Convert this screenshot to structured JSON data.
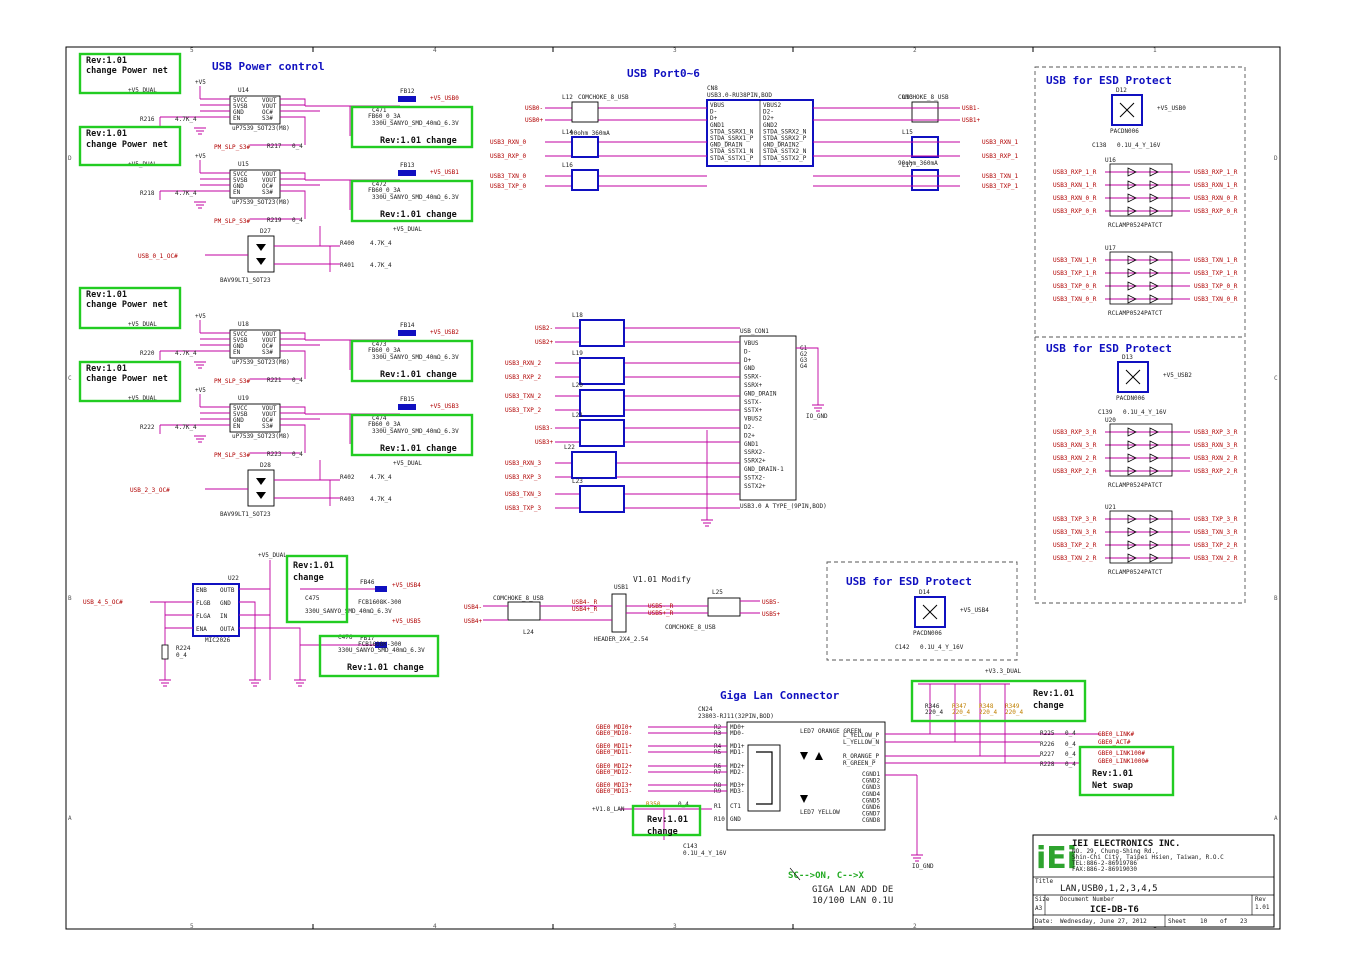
{
  "sheet": {
    "grid_top": [
      "5",
      "4",
      "3",
      "2",
      "1"
    ],
    "grid_bottom": [
      "5",
      "4",
      "3",
      "2",
      "1"
    ],
    "grid_left": [
      "D",
      "C",
      "B",
      "A"
    ],
    "grid_right": [
      "D",
      "C",
      "B",
      "A"
    ]
  },
  "sections": {
    "usb_power": "USB Power control",
    "usb_port": "USB Port0~6",
    "esd_top": "USB for ESD Protect",
    "esd_mid": "USB for ESD Protect",
    "esd_bottom": "USB for ESD Protect",
    "giga_lan": "Giga Lan Connector"
  },
  "rev_notes": {
    "r1": [
      "Rev:1.01",
      "change Power net"
    ],
    "r2": [
      "Rev:1.01",
      "change Power net"
    ],
    "r3": [
      "Rev:1.01",
      "change Power net"
    ],
    "r4": [
      "Rev:1.01",
      "change Power net"
    ],
    "c1": "Rev:1.01 change",
    "c2": "Rev:1.01 change",
    "c3": "Rev:1.01 change",
    "c4": "Rev:1.01 change",
    "c5": [
      "Rev:1.01",
      "change"
    ],
    "c6": "Rev:1.01 change",
    "c7": [
      "Rev:1.01",
      "change"
    ],
    "c8": [
      "Rev:1.01",
      "change"
    ],
    "c9": [
      "Rev:1.01",
      "Net swap"
    ]
  },
  "power_switch": {
    "net_dual": "+V5_DUAL",
    "net_v5": "+V5",
    "pins": [
      "5VCC",
      "5VSB",
      "GND",
      "EN"
    ],
    "outs": [
      "VOUT",
      "VOUT",
      "OC#",
      "S3#"
    ],
    "chips": [
      {
        "ref": "U14",
        "part": "uP7539_SOT23(M8)",
        "fb": "FB12",
        "cap": "C471",
        "fbval": "FB60_0_3A",
        "capval": "330U_SANYO_SMD_40mΩ_6.3V",
        "net": "+V5_USB0",
        "r1": "R216",
        "r1v": "4.7K_4",
        "r2": "R217",
        "r2v": "0_4",
        "slp": "PM_SLP_S3#"
      },
      {
        "ref": "U15",
        "part": "uP7539_SOT23(M8)",
        "fb": "FB13",
        "cap": "C472",
        "fbval": "FB60_0_3A",
        "capval": "330U_SANYO_SMD_40mΩ_6.3V",
        "net": "+V5_USB1",
        "r1": "R218",
        "r1v": "4.7K_4",
        "r2": "R219",
        "r2v": "0_4",
        "slp": "PM_SLP_S3#"
      },
      {
        "ref": "U18",
        "part": "uP7539_SOT23(M8)",
        "fb": "FB14",
        "cap": "C473",
        "fbval": "FB60_0_3A",
        "capval": "330U_SANYO_SMD_40mΩ_6.3V",
        "net": "+V5_USB2",
        "r1": "R220",
        "r1v": "4.7K_4",
        "r2": "R221",
        "r2v": "0_4",
        "slp": "PM_SLP_S3#"
      },
      {
        "ref": "U19",
        "part": "uP7539_SOT23(M8)",
        "fb": "FB15",
        "cap": "C474",
        "fbval": "FB60_0_3A",
        "capval": "330U_SANYO_SMD_40mΩ_6.3V",
        "net": "+V5_USB3",
        "r1": "R222",
        "r1v": "4.7K_4",
        "r2": "R223",
        "r2v": "0_4",
        "slp": "PM_SLP_S3#"
      }
    ],
    "diodes": [
      {
        "ref": "D27",
        "part": "BAV99LT1_SOT23",
        "oc": "USB_0_1_OC#",
        "ra": "R400",
        "rb": "R401",
        "rv": "4.7K_4",
        "net": "+V5_DUAL"
      },
      {
        "ref": "D28",
        "part": "BAV99LT1_SOT23",
        "oc": "USB_2_3_OC#",
        "ra": "R402",
        "rb": "R403",
        "rv": "4.7K_4",
        "net": "+V5_DUAL"
      }
    ]
  },
  "usb_port": {
    "cn": "CN8",
    "cnpart": "USB3.0-RU38PIN,BOD",
    "left_pins": [
      "VBUS",
      "D-",
      "D+",
      "GND1",
      "STDA_SSRX1_N",
      "STDA_SSRX1_P",
      "GND_DRAIN",
      "STDA_SSTX1_N",
      "STDA_SSTX1_P"
    ],
    "right_pins": [
      "VBUS2",
      "D2-",
      "D2+",
      "GND2",
      "STDA_SSRX2_N",
      "STDA_SSRX2_P",
      "GND_DRAIN2",
      "STDA_SSTX2_N",
      "STDA_SSTX2_P"
    ],
    "nets_left": [
      "USB0-",
      "USB0+",
      "USB3_RXN_0",
      "USB3_RXP_0",
      "USB3_TXN_0",
      "USB3_TXP_0"
    ],
    "nets_right": [
      "USB1-",
      "USB1+",
      "USB3_RXN_1",
      "USB3_RXP_1",
      "USB3_TXN_1",
      "USB3_TXP_1"
    ],
    "chokes": [
      "L12",
      "L14",
      "L16",
      "L13",
      "L15",
      "L17"
    ],
    "choke_part": "COMCHOKE_8_USB",
    "choke_val": "90ohm_360mA",
    "cn2": "USB_CON1",
    "cn2part": "USB3.0 A TYPE_(9PIN,BOD)",
    "cn2_pins": [
      "VBUS",
      "D-",
      "D+",
      "GND",
      "SSRX-",
      "SSRX+",
      "GND_DRAIN",
      "SSTX-",
      "SSTX+",
      "VBUS2",
      "D2-",
      "D2+",
      "GND1",
      "SSRX2-",
      "SSRX2+",
      "GND_DRAIN-1",
      "SSTX2-",
      "SSTX2+"
    ],
    "cn2_nets": [
      "USB2-",
      "USB2+",
      "USB3_RXN_2",
      "USB3_RXP_2",
      "USB3_TXN_2",
      "USB3_TXP_2",
      "USB3-",
      "USB3+",
      "USB3_RXN_3",
      "USB3_RXP_3",
      "USB3_TXN_3",
      "USB3_TXP_3"
    ],
    "chokes2": [
      "L18",
      "L19",
      "L20",
      "L21",
      "L22",
      "L23"
    ],
    "gnd": "IO_GND",
    "g_pins": [
      "G1",
      "G2",
      "G3",
      "G4"
    ]
  },
  "usb4": {
    "ic": "U22",
    "part": "MIC2026",
    "pins_l": [
      "ENB",
      "FLGB",
      "FLGA",
      "ENA"
    ],
    "pins_r": [
      "OUTB",
      "GND",
      "IN",
      "OUTA"
    ],
    "oc": "USB_4_5_OC#",
    "r": "R224",
    "rv": "0_4",
    "fb1": "FB46",
    "fb2": "FB17",
    "fbval": "FCB1608K-300",
    "c1": "C475",
    "c2": "C476",
    "cval": "330U_SANYO_SMD_40mΩ_6.3V",
    "net1": "+V5_USB4",
    "net2": "+V5_USB5",
    "net_dual": "+V5_DUAL",
    "modify": "V1.01 Modify",
    "header": "USB1",
    "header_part": "HEADER_2X4_2.54",
    "chokes": [
      "L24",
      "L25"
    ],
    "choke_part": "COMCHOKE_8_USB",
    "nets": [
      "USB4-",
      "USB4+",
      "USB5-",
      "USB5+",
      "USB4-_R",
      "USB4+_R",
      "USB5-_R",
      "USB5+_R"
    ]
  },
  "esd": {
    "parts_top": {
      "ref": "D12",
      "part": "PACDN006",
      "cap": "C138",
      "capv": "0.1U_4_Y_16V",
      "net": "+V5_USB0"
    },
    "u16": {
      "ref": "U16",
      "part": "RCLAMP0524PATCT",
      "left": [
        "USB3_RXP_1_R",
        "USB3_RXN_1_R",
        "USB3_RXN_0_R",
        "USB3_RXP_0_R"
      ],
      "right": [
        "USB3_RXP_1_R",
        "USB3_RXN_1_R",
        "USB3_RXN_0_R",
        "USB3_RXP_0_R"
      ]
    },
    "u17": {
      "ref": "U17",
      "part": "RCLAMP0524PATCT",
      "left": [
        "USB3_TXN_1_R",
        "USB3_TXP_1_R",
        "USB3_TXP_0_R",
        "USB3_TXN_0_R"
      ],
      "right": [
        "USB3_TXN_1_R",
        "USB3_TXP_1_R",
        "USB3_TXP_0_R",
        "USB3_TXN_0_R"
      ]
    },
    "parts_mid": {
      "ref": "D13",
      "part": "PACDN006",
      "cap": "C139",
      "capv": "0.1U_4_Y_16V",
      "net": "+V5_USB2"
    },
    "u20": {
      "ref": "U20",
      "part": "RCLAMP0524PATCT",
      "left": [
        "USB3_RXP_3_R",
        "USB3_RXN_3_R",
        "USB3_RXN_2_R",
        "USB3_RXP_2_R"
      ],
      "right": [
        "USB3_RXP_3_R",
        "USB3_RXN_3_R",
        "USB3_RXN_2_R",
        "USB3_RXP_2_R"
      ]
    },
    "u21": {
      "ref": "U21",
      "part": "RCLAMP0524PATCT",
      "left": [
        "USB3_TXP_3_R",
        "USB3_TXN_3_R",
        "USB3_TXP_2_R",
        "USB3_TXN_2_R"
      ],
      "right": [
        "USB3_TXP_3_R",
        "USB3_TXN_3_R",
        "USB3_TXP_2_R",
        "USB3_TXN_2_R"
      ]
    },
    "parts_bot": {
      "ref": "D14",
      "part": "PACDN006",
      "cap": "C142",
      "capv": "0.1U_4_Y_16V",
      "net": "+V5_USB4"
    }
  },
  "lan": {
    "cn": "CN24",
    "cnpart": "23803-RJ11(32PIN,BOD)",
    "nets": [
      "GBE0_MDI0+",
      "GBE0_MDI0-",
      "GBE0_MDI1+",
      "GBE0_MDI1-",
      "GBE0_MDI2+",
      "GBE0_MDI2-",
      "GBE0_MDI3+",
      "GBE0_MDI3-"
    ],
    "pins": [
      "MD0+",
      "MD0-",
      "MD1+",
      "MD1-",
      "MD2+",
      "MD2-",
      "MD3+",
      "MD3-",
      "CT1",
      "GND"
    ],
    "pin_no": [
      "R2",
      "R3",
      "R4",
      "R5",
      "R6",
      "R7",
      "R8",
      "R9",
      "R1",
      "R10"
    ],
    "leds": [
      "LED7 ORANGE GREEN",
      "LED7 YELLOW"
    ],
    "led_pins": [
      "L_YELLOW_P",
      "L_YELLOW_N",
      "R_ORANGE_P",
      "R_GREEN_P"
    ],
    "gnd_pins": [
      "CGND1",
      "CGND2",
      "CGND3",
      "CGND4",
      "CGND5",
      "CGND6",
      "CGND7",
      "CGND8"
    ],
    "res": [
      {
        "ref": "R225",
        "v": "0_4"
      },
      {
        "ref": "R226",
        "v": "0_4"
      },
      {
        "ref": "R227",
        "v": "0_4"
      },
      {
        "ref": "R228",
        "v": "0_4"
      }
    ],
    "led_nets": [
      "GBE0_LINK#",
      "GBE0_ACT#",
      "GBE0_LINK100#",
      "GBE0_LINK1000#"
    ],
    "pull": [
      {
        "ref": "R346",
        "v": "220_4"
      },
      {
        "ref": "R347",
        "v": "220_4"
      },
      {
        "ref": "R348",
        "v": "220_4"
      },
      {
        "ref": "R349",
        "v": "220_4"
      }
    ],
    "net_v33": "+V3.3_DUAL",
    "v18": "+V1.8_LAN",
    "cap": "C143",
    "capv": "0.1U_4_Y_16V",
    "fb": "R350",
    "fbv": "0_4",
    "gnd": "IO_GND",
    "sc_note": "SC-->ON, C-->X",
    "add_note": [
      "GIGA LAN ADD DE",
      "10/100 LAN 0.1U"
    ]
  },
  "title_block": {
    "company": "IEI ELECTRONICS INC.",
    "address": [
      "NO. 29, Chung-Shing Rd.,",
      "Shin-Chi City, Taipei Hsien, Taiwan, R.O.C",
      "TEL:886-2-86919786",
      "FAX:886-2-86919030"
    ],
    "logo": "iEi",
    "title_label": "Title",
    "title": "LAN,USB0,1,2,3,4,5",
    "size_label": "Size",
    "size": "A3",
    "doc_label": "Document Number",
    "doc": "ICE-DB-T6",
    "rev_label": "Rev",
    "rev": "1.01",
    "date_label": "Date:",
    "date": "Wednesday, June 27, 2012",
    "sheet_label": "Sheet",
    "sheet_no": "10",
    "of": "of",
    "sheet_total": "23"
  },
  "colors": {
    "wire": "#c000a0",
    "part": "#000000",
    "highlight": "#22cc22",
    "chip": "#1010c0",
    "netlabel": "#b00000"
  }
}
